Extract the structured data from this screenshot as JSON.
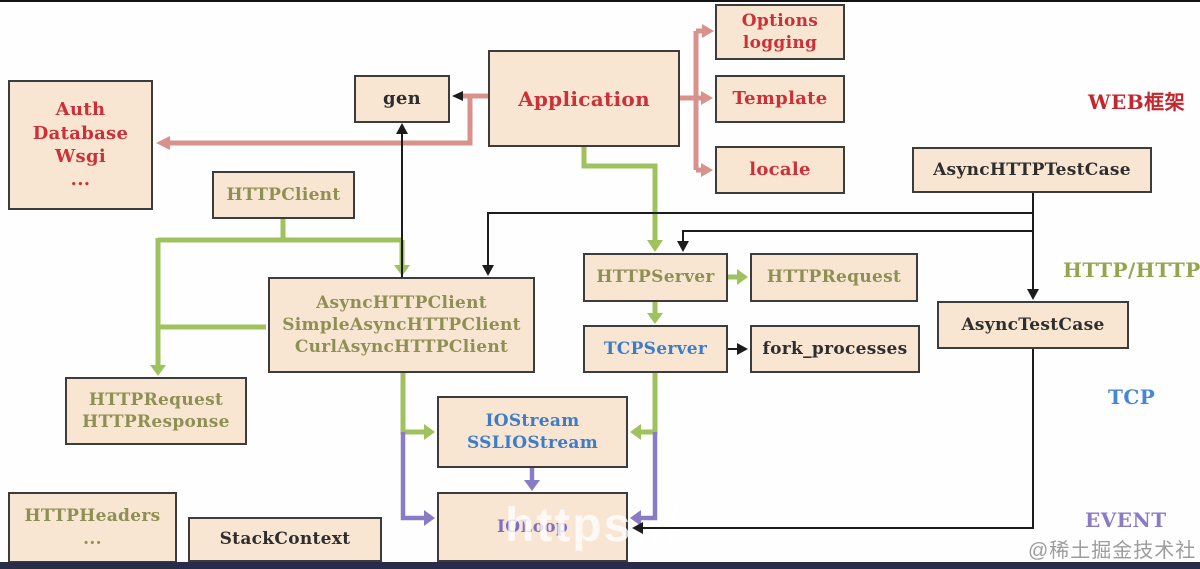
{
  "diagram": {
    "boxes": {
      "auth": {
        "lines": [
          "Auth",
          "Database",
          "Wsgi",
          "..."
        ],
        "color": "red"
      },
      "gen": {
        "label": "gen",
        "color": "black"
      },
      "application": {
        "label": "Application",
        "color": "red"
      },
      "options_logging": {
        "lines": [
          "Options",
          "logging"
        ],
        "color": "red"
      },
      "template": {
        "label": "Template",
        "color": "red"
      },
      "locale": {
        "label": "locale",
        "color": "red"
      },
      "async_http_test_case": {
        "label": "AsyncHTTPTestCase",
        "color": "black"
      },
      "http_client": {
        "label": "HTTPClient",
        "color": "olive"
      },
      "async_http_client": {
        "lines": [
          "AsyncHTTPClient",
          "SimpleAsyncHTTPClient",
          "CurlAsyncHTTPClient"
        ],
        "color": "olive"
      },
      "http_request_response": {
        "lines": [
          "HTTPRequest",
          "HTTPResponse"
        ],
        "color": "olive"
      },
      "http_server": {
        "label": "HTTPServer",
        "color": "olive"
      },
      "http_request": {
        "label": "HTTPRequest",
        "color": "olive"
      },
      "tcp_server": {
        "label": "TCPServer",
        "color": "blue"
      },
      "fork_processes": {
        "label": "fork_processes",
        "color": "black"
      },
      "async_test_case": {
        "label": "AsyncTestCase",
        "color": "black"
      },
      "io_stream": {
        "lines": [
          "IOStream",
          "SSLIOStream"
        ],
        "color": "blue"
      },
      "io_loop": {
        "label": "IOLoop",
        "color": "purple"
      },
      "http_headers": {
        "lines": [
          "HTTPHeaders",
          "..."
        ],
        "color": "olive"
      },
      "stack_context": {
        "label": "StackContext",
        "color": "black"
      }
    },
    "labels": {
      "web_framework": "WEB框架",
      "http_https": "HTTP/HTTPS",
      "tcp": "TCP",
      "event": "EVENT"
    },
    "watermark": {
      "url_text": "https://",
      "community_text": "@稀土掘金技术社区"
    },
    "colors": {
      "box_fill": "#f8e5d2",
      "box_border": "#3c3c3c",
      "red_text": "#cb3137",
      "olive_text": "#8e9053",
      "blue_text": "#3d7cc9",
      "purple_text": "#7e6fc0",
      "black_text": "#2e2e2e",
      "green_line": "#a0c25e",
      "pink_line": "#d9918c",
      "purple_line": "#8a7cc4",
      "black_line": "#1c1c1c",
      "bottom_bar": "#272c49",
      "watermark_gray": "#9c9c9c"
    }
  }
}
